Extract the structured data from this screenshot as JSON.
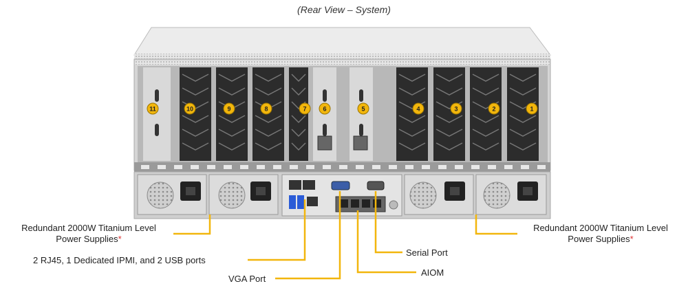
{
  "title": "(Rear View – System)",
  "colors": {
    "callout_line": "#f2b60c",
    "slot_badge": "#f2b60c",
    "chassis": "#d8d8d8",
    "asterisk": "#d33333"
  },
  "slots": [
    "11",
    "10",
    "9",
    "8",
    "7",
    "6",
    "5",
    "4",
    "3",
    "2",
    "1"
  ],
  "labels": {
    "psu_left_line1": "Redundant 2000W Titanium Level",
    "psu_left_line2": "Power Supplies",
    "psu_right_line1": "Redundant 2000W Titanium Level",
    "psu_right_line2": "Power Supplies",
    "asterisk": "*",
    "rj45_usb": "2 RJ45, 1 Dedicated IPMI,  and 2 USB  ports",
    "vga": "VGA Port",
    "serial": "Serial Port",
    "aiom": "AIOM"
  }
}
